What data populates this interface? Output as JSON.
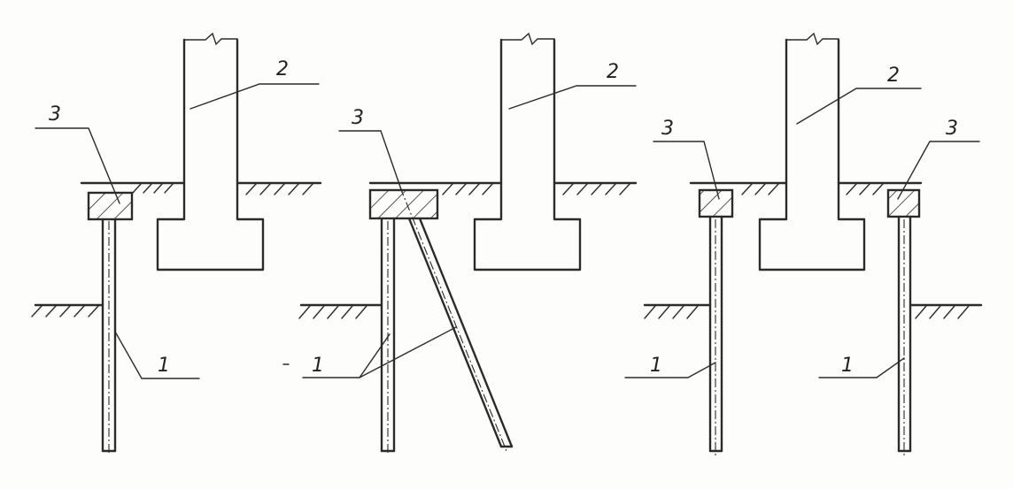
{
  "labels": {
    "pile": "1",
    "foundation": "2",
    "beam": "3"
  },
  "colors": {
    "ink": "#2b2b2b",
    "paper": "#fdfdfb"
  }
}
